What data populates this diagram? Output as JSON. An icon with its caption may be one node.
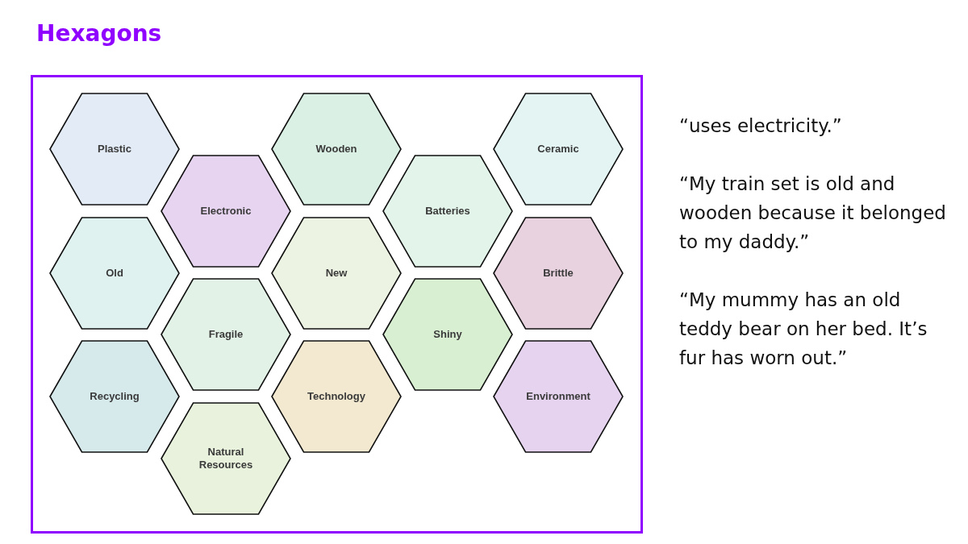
{
  "diagram": {
    "title": "Hexagons",
    "nodes": [
      {
        "text": [
          "Plastic"
        ]
      },
      {
        "text": [
          "Wooden"
        ]
      },
      {
        "text": [
          "Ceramic"
        ]
      },
      {
        "text": [
          "Electronic"
        ]
      },
      {
        "text": [
          "Batteries"
        ]
      },
      {
        "text": [
          "Old"
        ]
      },
      {
        "text": [
          "New"
        ]
      },
      {
        "text": [
          "Brittle"
        ]
      },
      {
        "text": [
          "Fragile"
        ]
      },
      {
        "text": [
          "Shiny"
        ]
      },
      {
        "text": [
          "Recycling"
        ]
      },
      {
        "text": [
          "Technology"
        ]
      },
      {
        "text": [
          "Environment"
        ]
      },
      {
        "text": [
          "Natural Resources"
        ]
      }
    ],
    "edges": [],
    "labels": [
      "“uses electricity.”",
      "“My train set is old and wooden because it belonged to my daddy.”",
      "“My mummy has an old teddy bear on her bed. It’s fur has worn out.”"
    ]
  }
}
